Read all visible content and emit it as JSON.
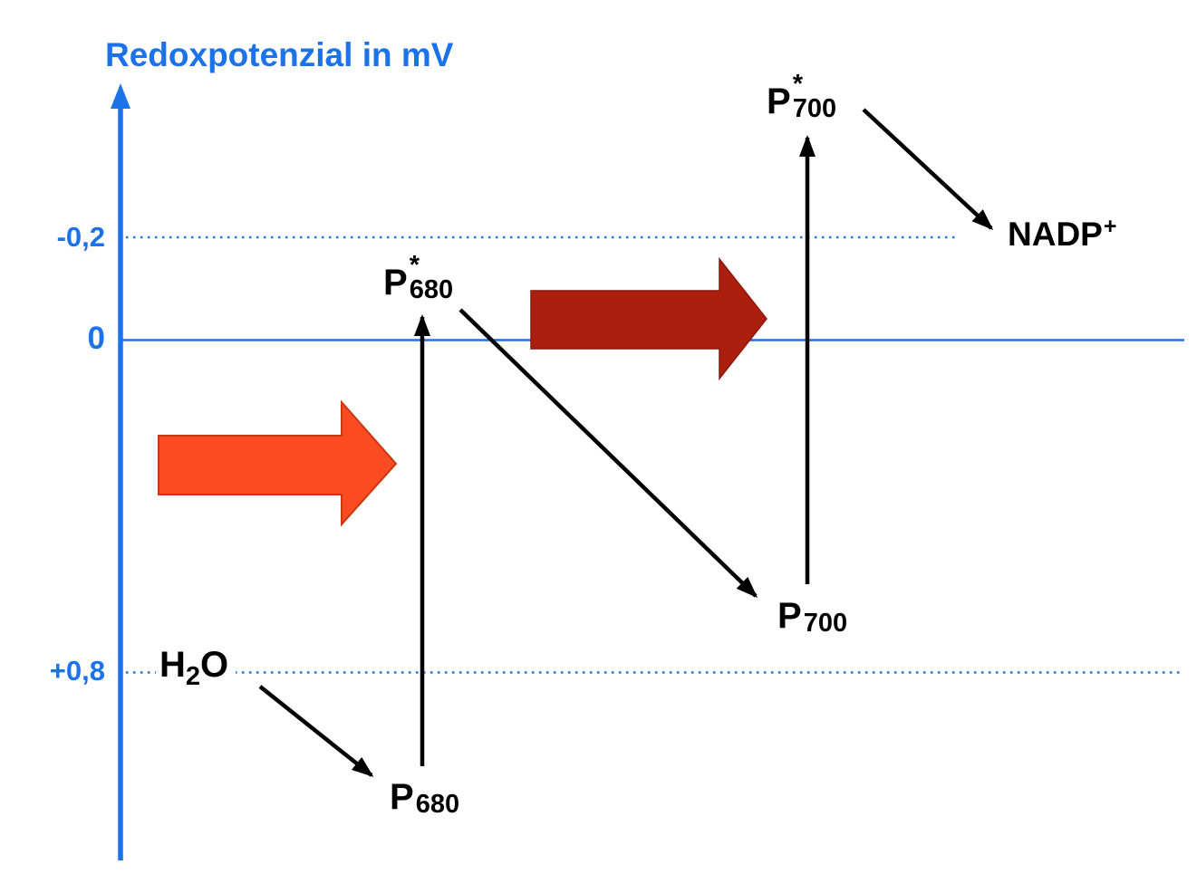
{
  "title": "Redoxpotenzial in mV",
  "axis": {
    "ticks": [
      "-0,2",
      "0",
      "+0,8"
    ]
  },
  "species": {
    "p680_excited": {
      "base": "P",
      "sup": "*",
      "sub": "680"
    },
    "p680_ground": {
      "base": "P",
      "sup": "",
      "sub": "680"
    },
    "p700_excited": {
      "base": "P",
      "sup": "*",
      "sub": "700"
    },
    "p700_ground": {
      "base": "P",
      "sup": "",
      "sub": "700"
    },
    "water": {
      "base": "H",
      "sub": "2",
      "rest": "O"
    },
    "nadp": {
      "base": "NADP",
      "sup": "+"
    }
  },
  "colors": {
    "axis_blue": "#1C72E9",
    "light_arrow_ps2_fill": "#FB4B22",
    "light_arrow_ps2_edge": "#C8390F",
    "light_arrow_ps1_fill": "#AC1F0E",
    "light_arrow_ps1_edge": "#8C170A",
    "arrow_black": "#000000"
  }
}
